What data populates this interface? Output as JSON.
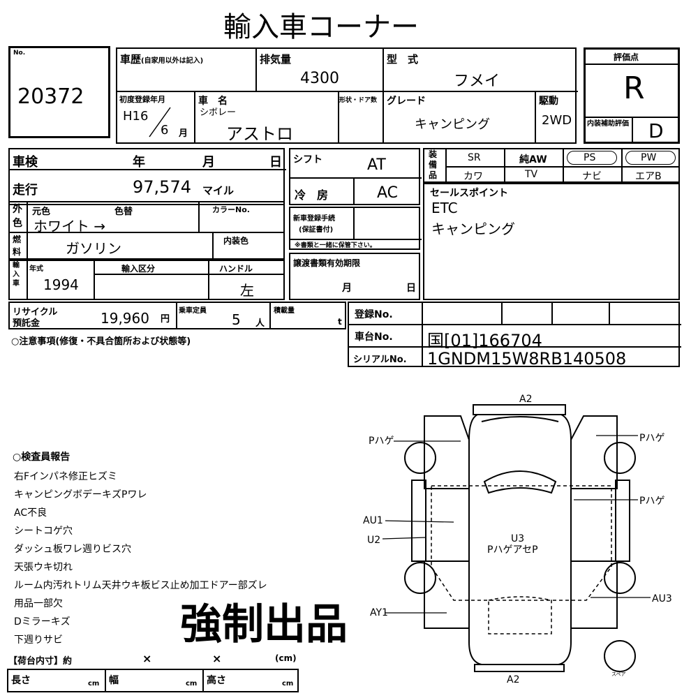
{
  "header": {
    "title": "輸入車コーナー"
  },
  "lot": {
    "label": "No.",
    "number": "20372"
  },
  "vehicle": {
    "history_label": "車歴",
    "history_note": "(自家用以外は記入)",
    "displacement_label": "排気量",
    "displacement": "4300",
    "model_label": "型　式",
    "model": "フメイ",
    "first_reg_label": "初度登録年月",
    "first_reg_year": "H16",
    "first_reg_month": "6",
    "month_unit": "月",
    "name_label": "車　名",
    "maker": "シボレー",
    "car_name": "アストロ",
    "shape_label": "形状・ドア数",
    "grade_label": "グレード",
    "grade": "キャンピング",
    "drive_label": "駆動",
    "drive": "2WD"
  },
  "score": {
    "label": "評価点",
    "value": "R",
    "interior_label": "内装補助評価",
    "interior_value": "D"
  },
  "inspection": {
    "shaken_label": "車検",
    "year_label": "年",
    "month_label": "月",
    "day_label": "日",
    "shift_label": "シフト",
    "shift": "AT",
    "mileage_label": "走行",
    "mileage": "97,574",
    "mileage_unit": "マイル",
    "ac_label": "冷　房",
    "ac": "AC"
  },
  "equipment": {
    "label": "装備品",
    "items_row1": [
      "SR",
      "純AW",
      "PS",
      "PW"
    ],
    "items_row2": [
      "カワ",
      "TV",
      "ナビ",
      "エアB"
    ]
  },
  "color": {
    "outer_label": "外色",
    "original_label": "元色",
    "changed_label": "色替",
    "color_no_label": "カラーNo.",
    "value": "ホワイト →"
  },
  "new_reg": {
    "label": "新車登録手続",
    "sub": "(保証書付)",
    "note": "※書類と一緒に保管下さい。"
  },
  "sales_point": {
    "label": "セールスポイント",
    "lines": [
      "ETC",
      "キャンピング"
    ]
  },
  "fuel": {
    "label": "燃料",
    "value": "ガソリン",
    "interior_color_label": "内装色"
  },
  "import": {
    "label": "輸入車",
    "year_label": "年式",
    "year": "1994",
    "kubun_label": "輸入区分",
    "handle_label": "ハンドル",
    "handle": "左",
    "doc_label": "譲渡書類有効期限",
    "month_label": "月",
    "day_label": "日"
  },
  "recycle": {
    "label1": "リサイクル",
    "label2": "預託金",
    "amount": "19,960",
    "yen": "円",
    "capacity_label": "乗車定員",
    "capacity": "5",
    "person_unit": "人",
    "load_label": "積載量",
    "load_unit": "t"
  },
  "registration": {
    "reg_no_label": "登録No.",
    "chassis_label": "車台No.",
    "chassis": "国[01]166704",
    "serial_label": "シリアルNo.",
    "serial": "1GNDM15W8RB140508"
  },
  "notes": {
    "label": "○注意事項(修復・不具合箇所および状態等)"
  },
  "report": {
    "label": "○検査員報告",
    "items": [
      "右Fインパネ修正ヒズミ",
      "キャンピングボデーキズPワレ",
      "AC不良",
      "シートコゲ穴",
      "ダッシュ板ワレ週りビス穴",
      "天張ウキ切れ",
      "ルーム内汚れトリム天井ウキ板ビス止め加工ドアー部ズレ",
      "用品一部欠",
      "Dミラーキズ",
      "下週りサビ"
    ]
  },
  "stamp": {
    "text": "強制出品"
  },
  "cargo": {
    "label": "【荷台内寸】約",
    "times": "×",
    "unit": "(cm)",
    "length_label": "長さ",
    "width_label": "幅",
    "height_label": "高さ",
    "cm": "cm"
  },
  "diagram": {
    "a2_top": "A2",
    "a2_bottom": "A2",
    "p_hage_left": "Pハゲ",
    "p_hage_right_top": "Pハゲ",
    "p_hage_right_mid": "Pハゲ",
    "au1": "AU1",
    "u2": "U2",
    "u3": "U3",
    "p_hage_ase": "PハゲアセP",
    "ay1": "AY1",
    "au3": "AU3",
    "spare": "スペア"
  }
}
